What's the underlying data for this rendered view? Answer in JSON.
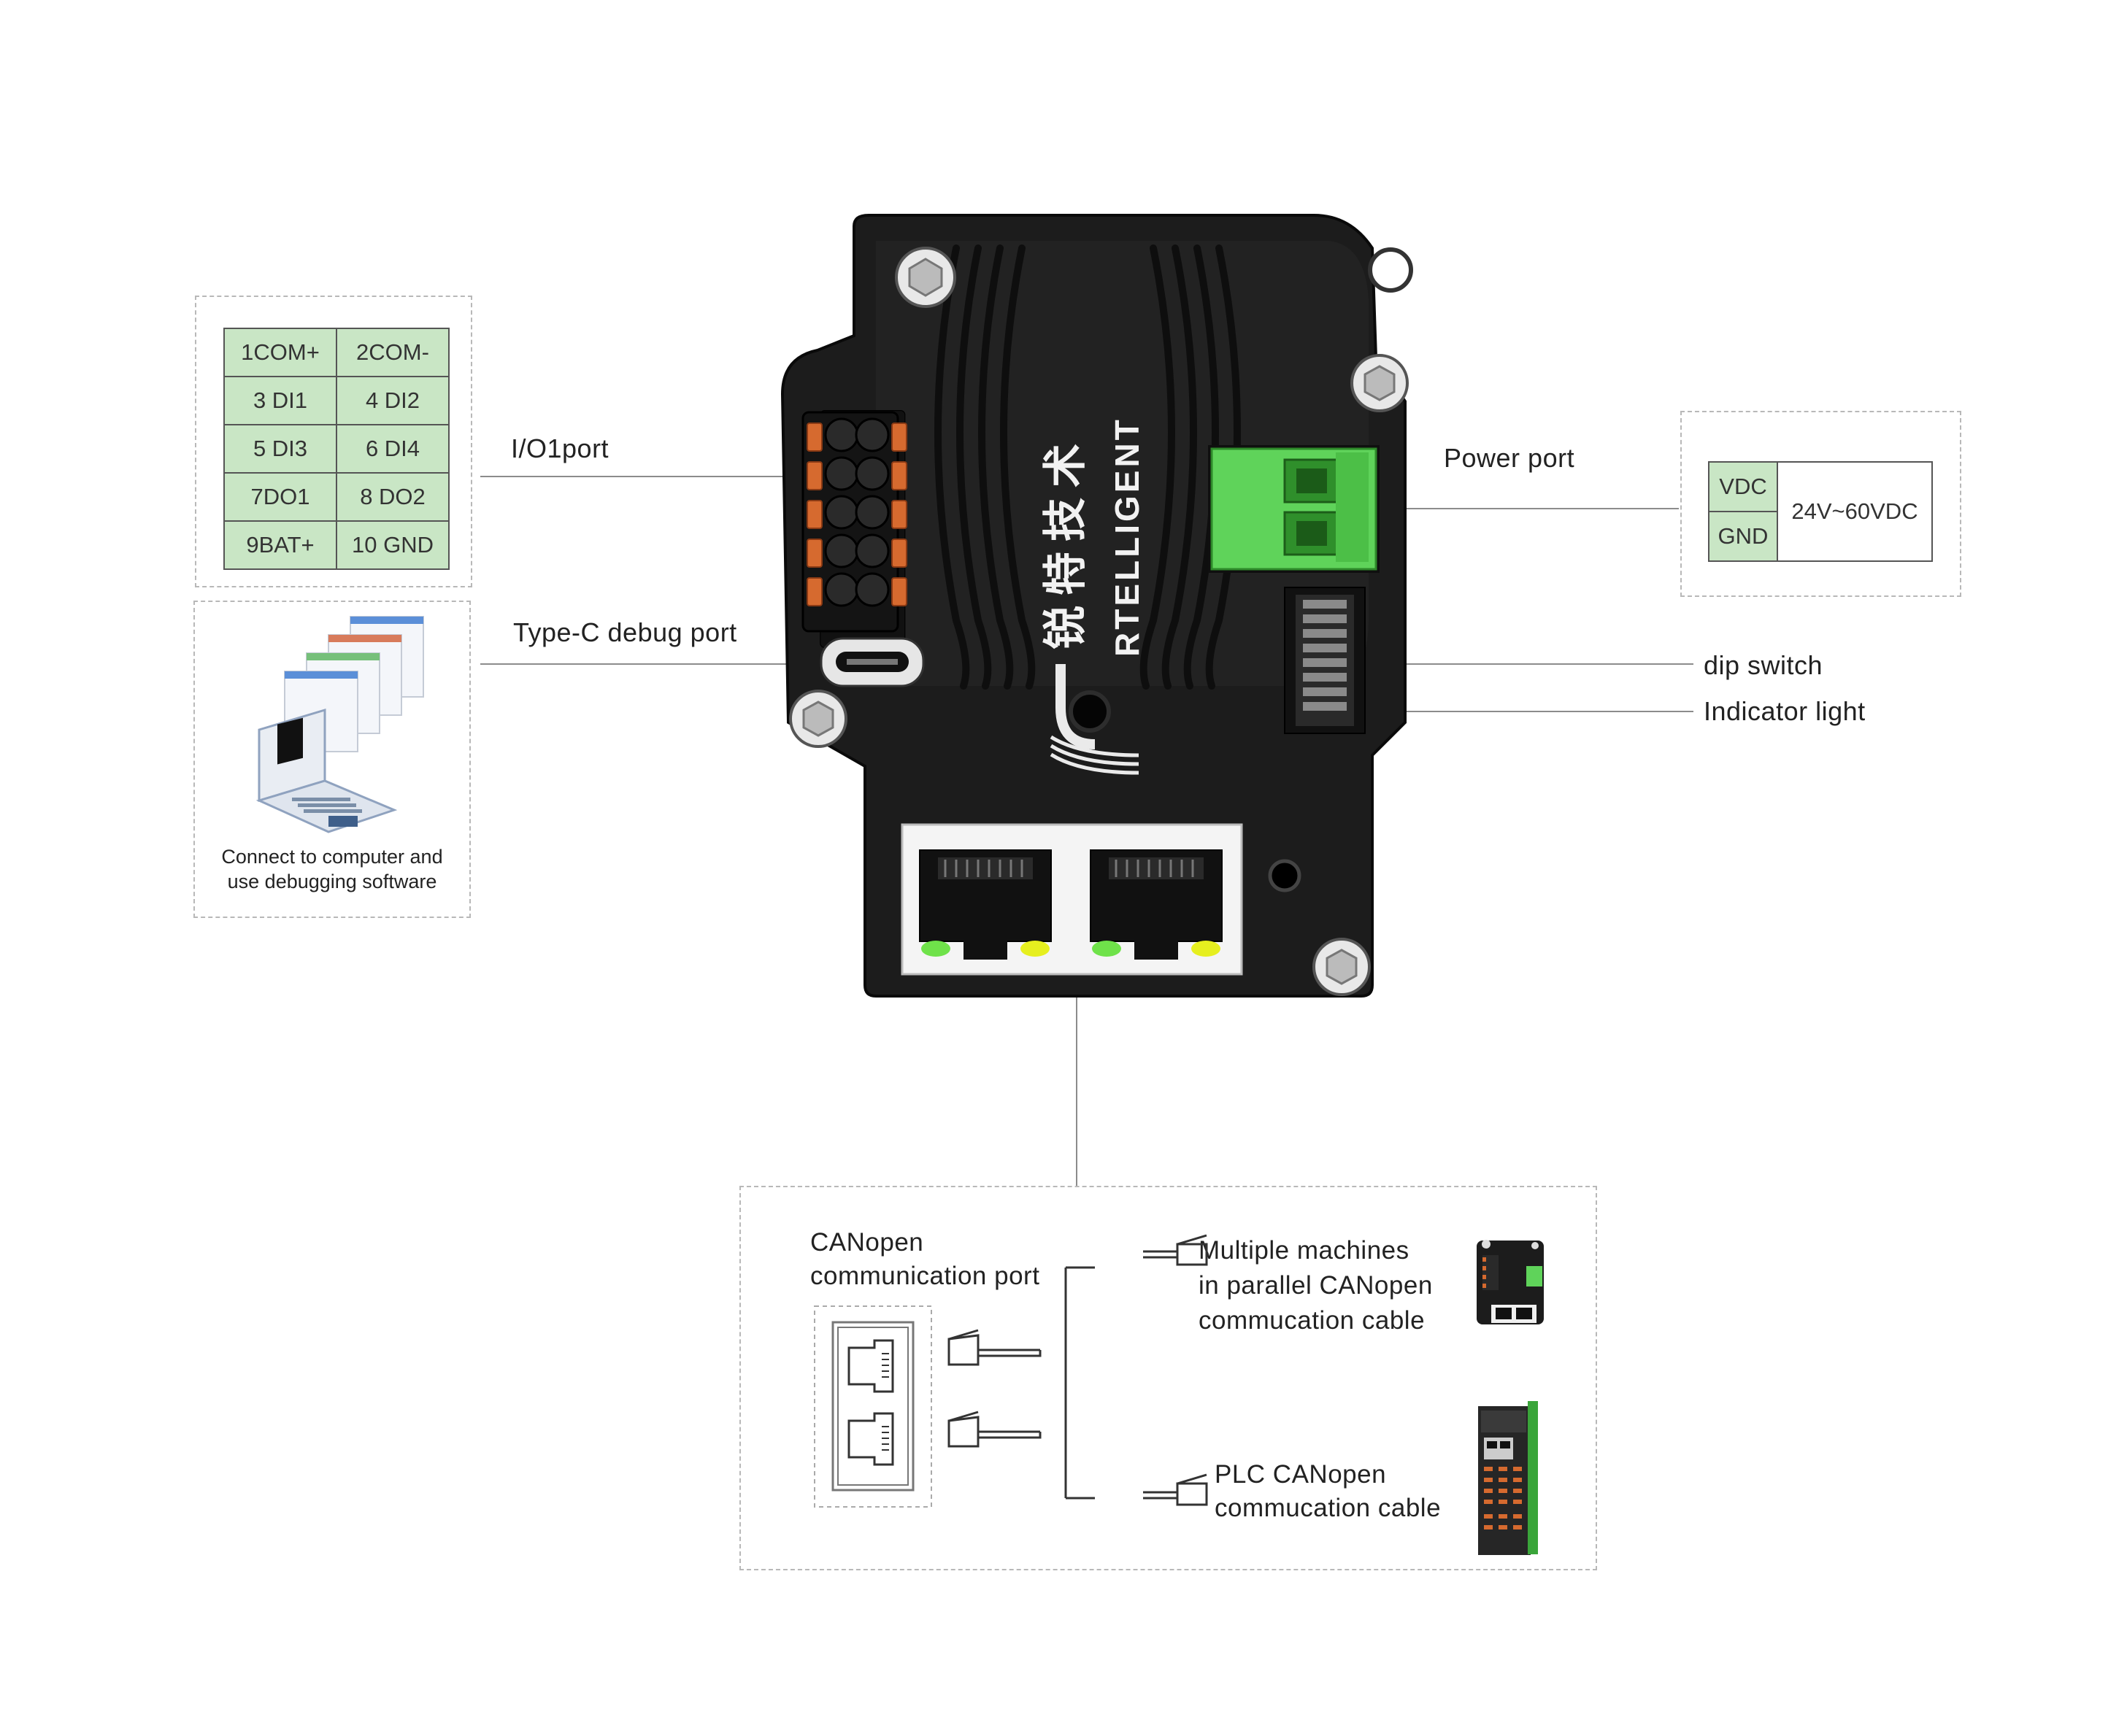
{
  "io_port": {
    "label": "I/O1port",
    "pins": [
      [
        "1COM+",
        "2COM-"
      ],
      [
        "3 DI1",
        "4 DI2"
      ],
      [
        "5 DI3",
        "6 DI4"
      ],
      [
        "7DO1",
        "8 DO2"
      ],
      [
        "9BAT+",
        "10 GND"
      ]
    ]
  },
  "typec": {
    "label": "Type-C debug port",
    "caption_line1": "Connect to computer and",
    "caption_line2": "use debugging software"
  },
  "power": {
    "label": "Power port",
    "vdc": "VDC",
    "gnd": "GND",
    "range": "24V~60VDC"
  },
  "dip_switch": {
    "label": "dip switch"
  },
  "indicator": {
    "label": "Indicator light"
  },
  "device": {
    "brand_cn": "锐特技术",
    "brand_en": "RTELLIGENT",
    "body_color": "#1c1c1c",
    "terminal_color": "#5fd35a",
    "io_accent_color": "#d66a2f"
  },
  "canopen": {
    "title_line1": "CANopen",
    "title_line2": "communication port",
    "multi_line1": "Multiple machines",
    "multi_line2": "in parallel CANopen",
    "multi_line3": "commucation cable",
    "plc_line1": "PLC CANopen",
    "plc_line2": "commucation cable"
  }
}
